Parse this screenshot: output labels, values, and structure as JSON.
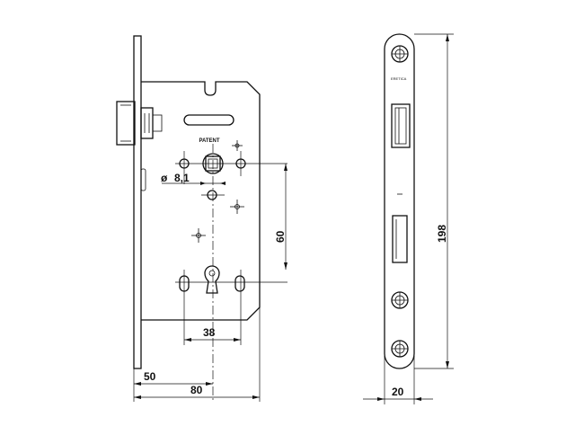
{
  "body_marking": "PATENT",
  "strike_marking": "ERETICA",
  "dimensions": {
    "diameter_symbol": "ø",
    "follower_square": "8,1",
    "spacing_60": "60",
    "spacing_38": "38",
    "backset_50": "50",
    "depth_80": "80",
    "plate_length": "198",
    "plate_width": "20"
  }
}
